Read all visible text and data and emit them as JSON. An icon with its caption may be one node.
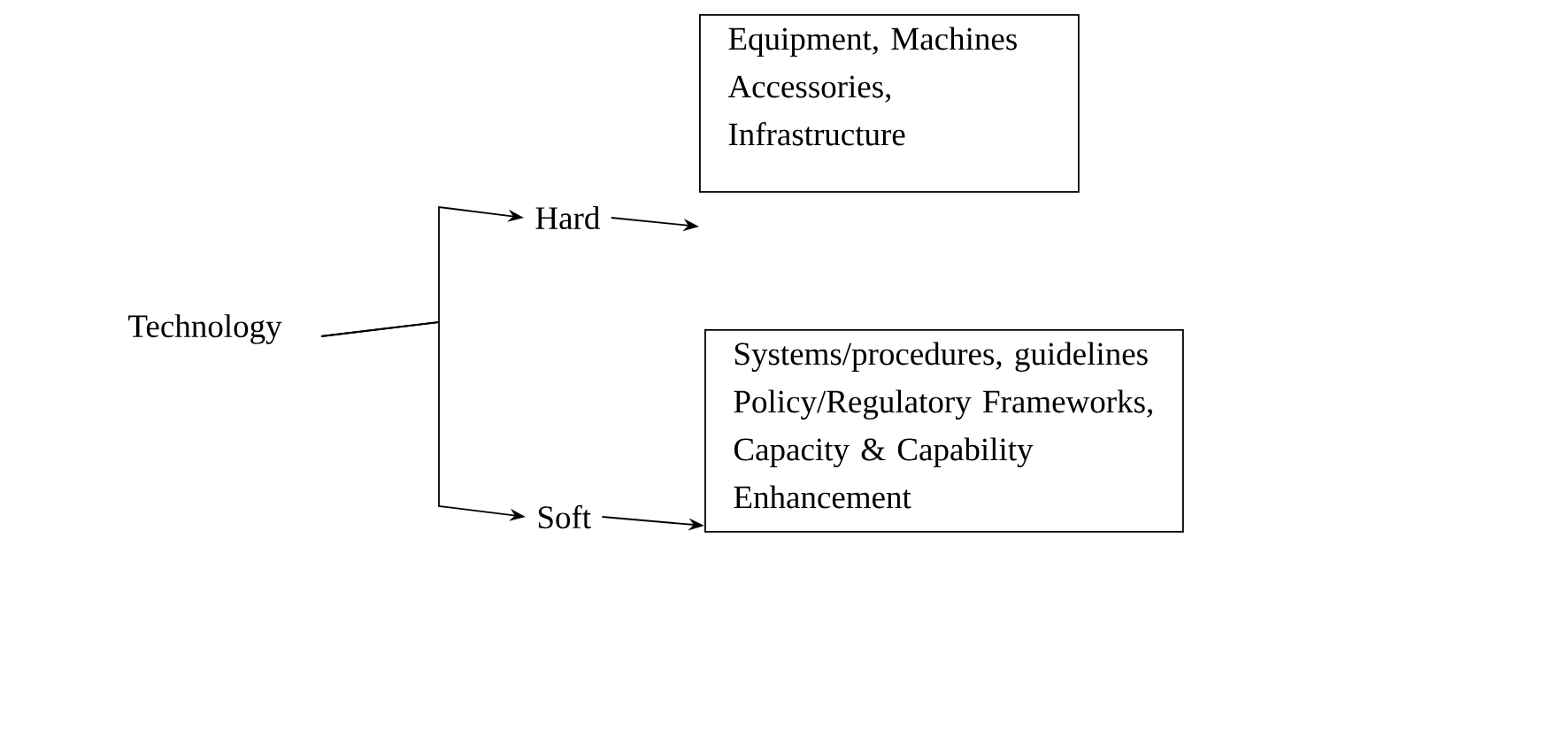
{
  "diagram": {
    "nodes": [
      {
        "text": [
          "Technology"
        ]
      },
      {
        "text": [
          "Hard"
        ]
      },
      {
        "text": [
          "Soft"
        ]
      },
      {
        "text": [
          "Equipment, Machines Accessories, Infrastructure"
        ]
      },
      {
        "text": [
          "Systems/procedures, guidelines Policy/Regulatory Frameworks, Capacity & Capability Enhancement"
        ]
      }
    ],
    "edges": [
      {
        "from": 0,
        "to": 1,
        "arrow": "to"
      },
      {
        "from": 0,
        "to": 2,
        "arrow": "to"
      },
      {
        "from": 1,
        "to": 3,
        "arrow": "to"
      },
      {
        "from": 2,
        "to": 4,
        "arrow": "to"
      }
    ]
  }
}
